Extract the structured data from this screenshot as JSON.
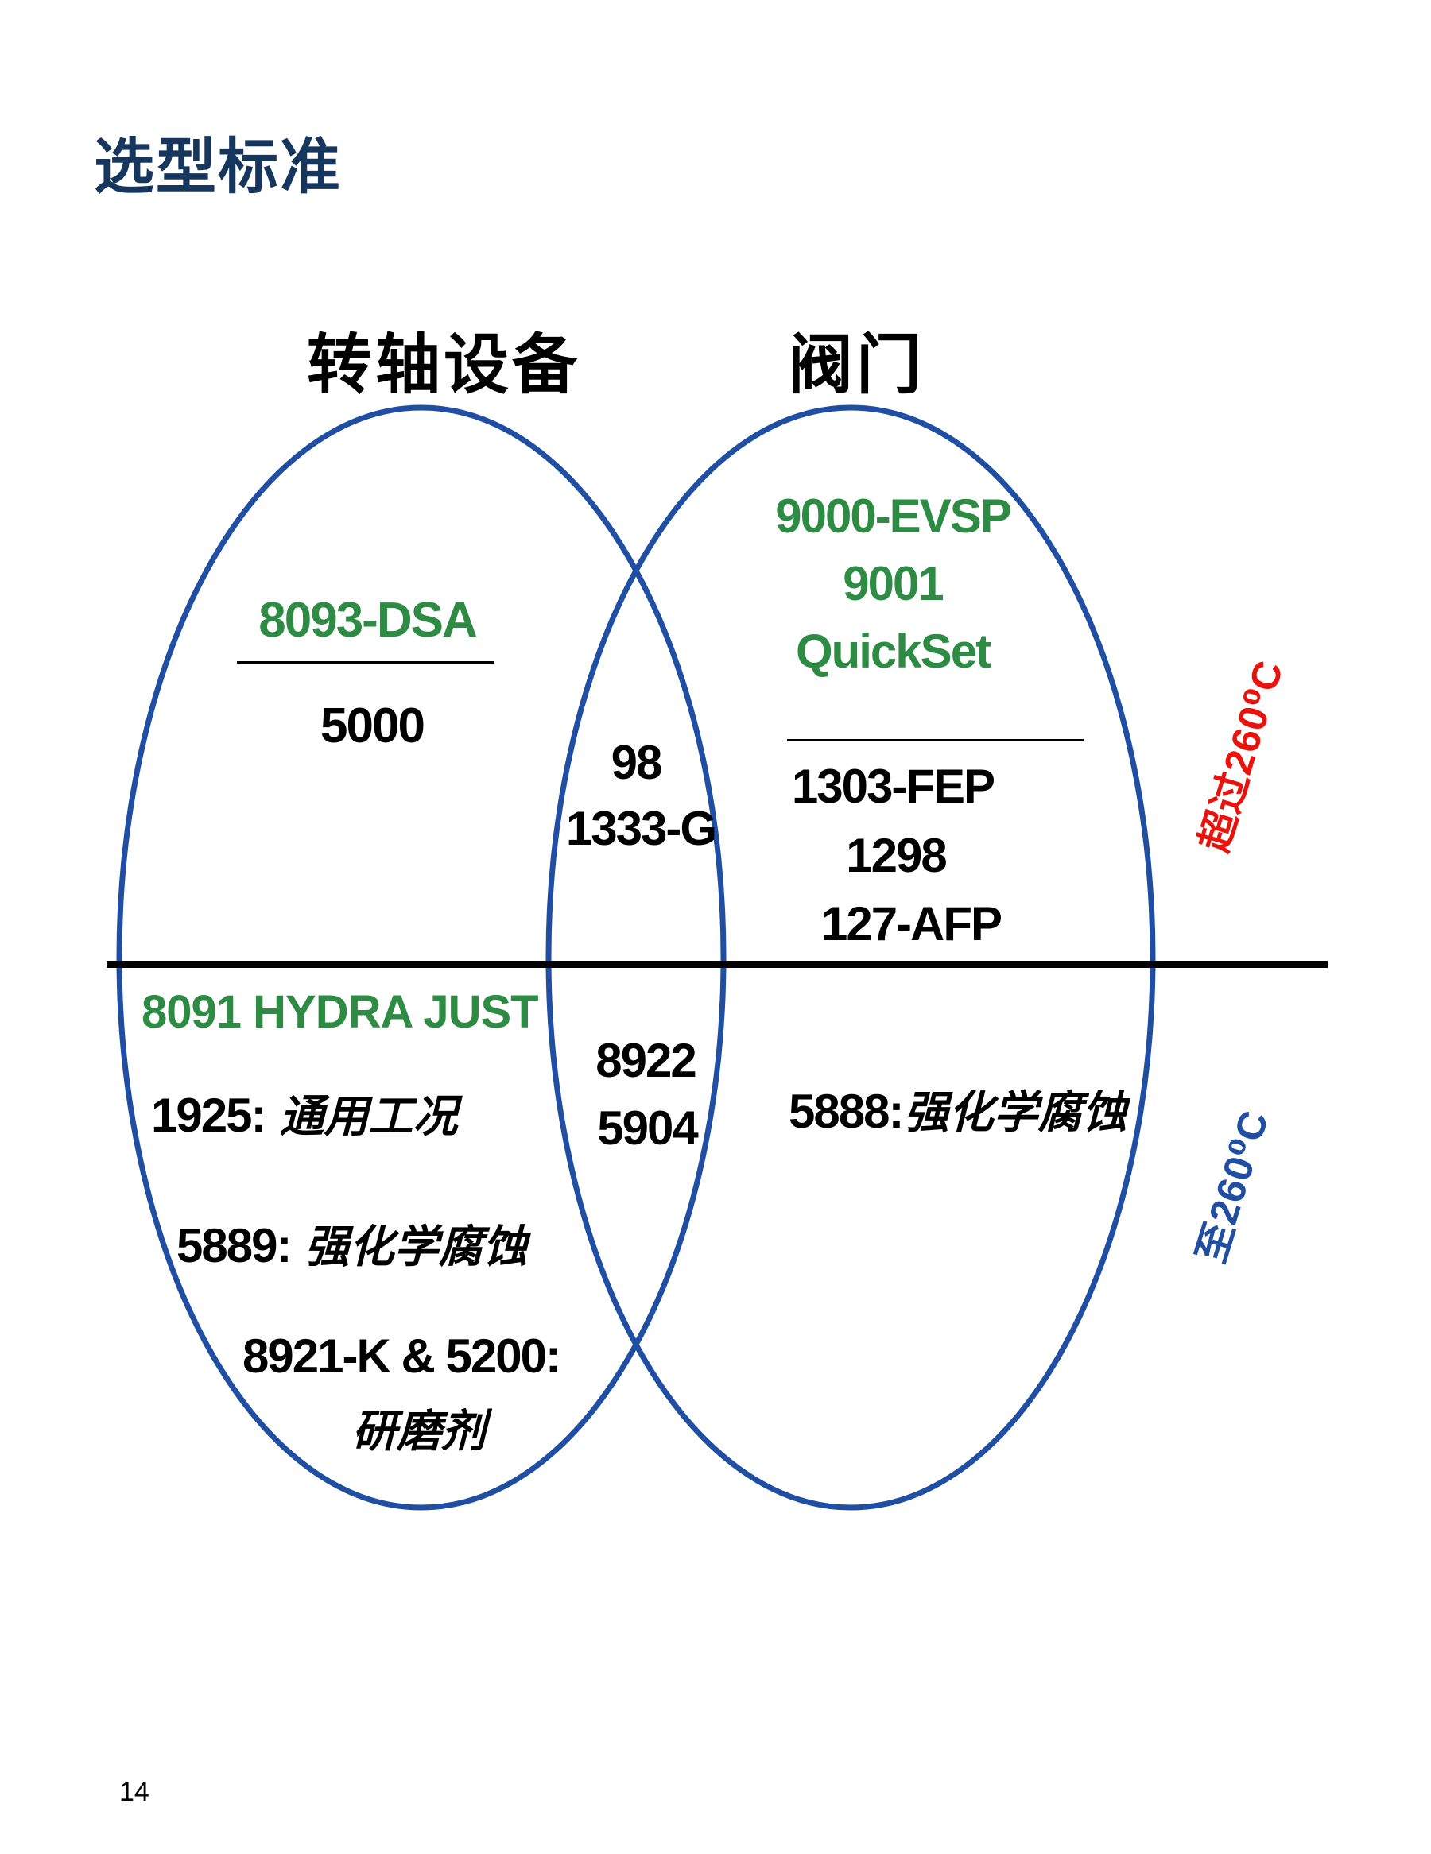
{
  "slide": {
    "title": "选型标准",
    "page_number": "14"
  },
  "venn": {
    "left_set_label": "转轴设备",
    "right_set_label": "阀门",
    "temp_label_above_line": "超过260⁰C",
    "temp_label_below_line": "至260⁰C",
    "regions": {
      "left_top": {
        "featured": "8093-DSA",
        "item": "5000"
      },
      "middle_top": {
        "items": [
          "98",
          "1333-G"
        ]
      },
      "right_top": {
        "featured": [
          "9000-EVSP",
          "9001",
          "QuickSet"
        ],
        "items": [
          "1303-FEP",
          "1298",
          "127-AFP"
        ]
      },
      "left_bottom": {
        "featured": "8091 HYDRA JUST",
        "entries": [
          {
            "code": "1925:",
            "desc": "通用工况"
          },
          {
            "code": "5889:",
            "desc": "强化学腐蚀"
          },
          {
            "code": "8921-K  &  5200:",
            "desc": "研磨剂"
          }
        ]
      },
      "middle_bottom": {
        "items": [
          "8922",
          "5904"
        ]
      },
      "right_bottom": {
        "code": "5888:",
        "desc": "强化学腐蚀"
      }
    }
  },
  "colors": {
    "title_navy": "#17365D",
    "featured_green": "#2E8B44",
    "ellipse_blue": "#204EA2",
    "temp_red": "#E8130C",
    "temp_blue": "#204EA2",
    "text_black": "#000000"
  }
}
